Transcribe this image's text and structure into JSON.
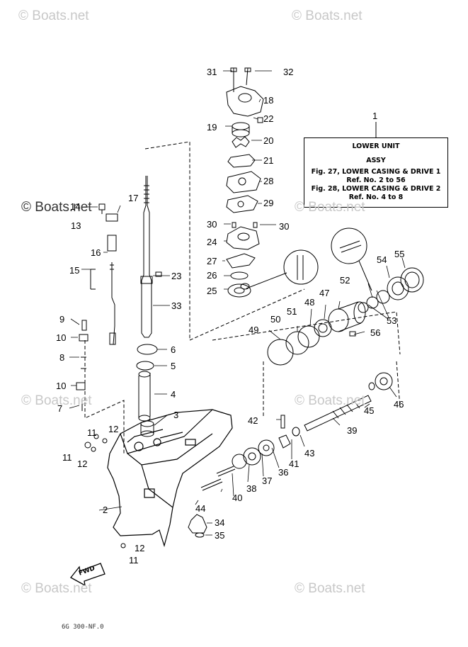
{
  "watermark": "© Boats.net",
  "legend": {
    "ref": "1",
    "line1": "LOWER UNIT",
    "line2": "ASSY",
    "line3": "Fig. 27, LOWER CASING & DRIVE 1",
    "line4": "Ref. No. 2 to 56",
    "line5": "Fig. 28, LOWER CASING & DRIVE 2",
    "line6": "Ref. No. 4 to 8"
  },
  "fwd_label": "FWD",
  "figure_code": "6G  300-NF.0",
  "callouts": [
    "2",
    "3",
    "4",
    "5",
    "6",
    "7",
    "8",
    "9",
    "10",
    "10",
    "11",
    "11",
    "11",
    "12",
    "12",
    "12",
    "13",
    "14",
    "15",
    "16",
    "17",
    "18",
    "19",
    "20",
    "21",
    "22",
    "23",
    "24",
    "25",
    "26",
    "27",
    "28",
    "29",
    "30",
    "30",
    "31",
    "32",
    "33",
    "34",
    "35",
    "36",
    "37",
    "38",
    "39",
    "40",
    "41",
    "42",
    "43",
    "44",
    "45",
    "46",
    "47",
    "48",
    "49",
    "50",
    "51",
    "52",
    "53",
    "54",
    "55",
    "56"
  ],
  "colors": {
    "line": "#000000",
    "watermark": "#c8c8c8"
  }
}
